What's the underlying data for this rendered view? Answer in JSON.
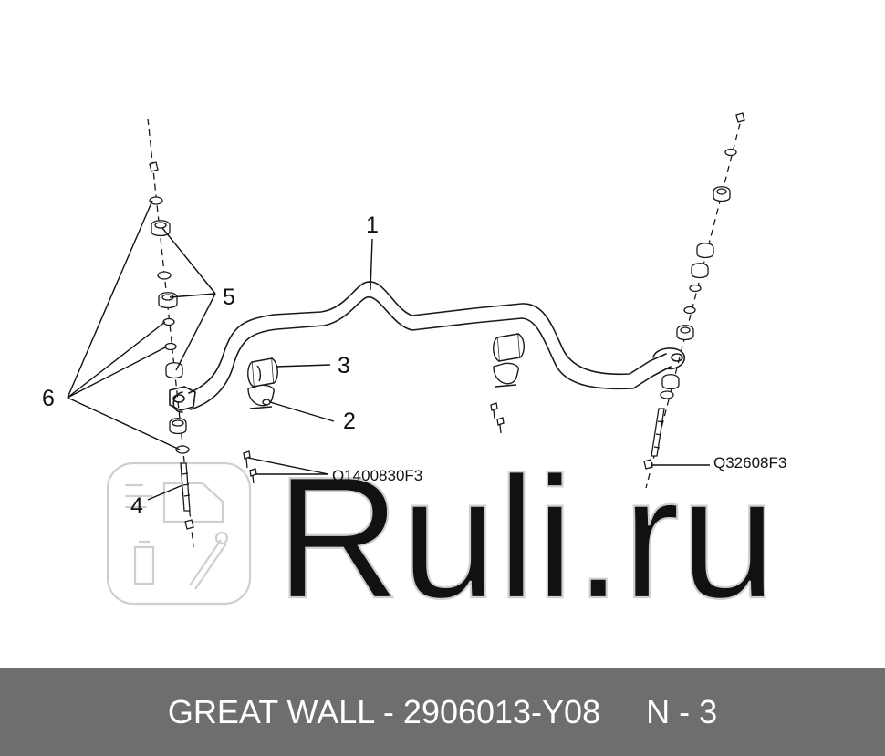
{
  "diagram": {
    "callouts": {
      "c1": "1",
      "c2": "2",
      "c3": "3",
      "c4": "4",
      "c5": "5",
      "c6": "6"
    },
    "part_numbers": {
      "bolt_left": "Q1400830F3",
      "nut_right": "Q32608F3"
    }
  },
  "watermark": {
    "text": "Ruli.ru"
  },
  "footer": {
    "label": "GREAT WALL - 2906013-Y08",
    "suffix": "N - 3"
  },
  "colors": {
    "footer_bg": "#6e6e6e",
    "footer_text": "#ffffff",
    "line": "#1a1a1a",
    "watermark": "#cfcfcf"
  }
}
